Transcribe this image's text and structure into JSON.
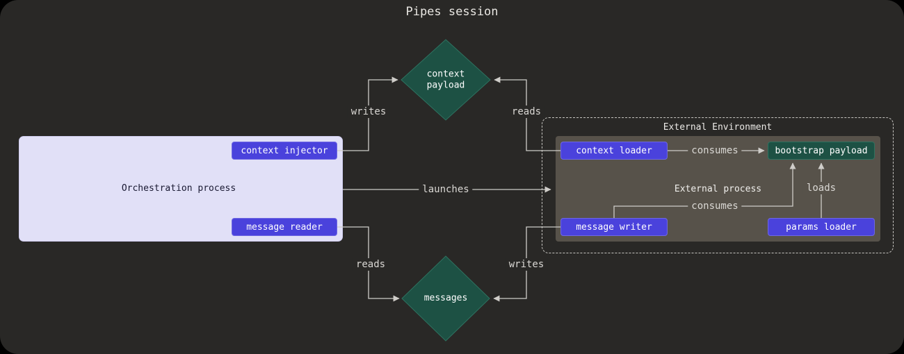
{
  "title": "Pipes session",
  "colors": {
    "background": "#292826",
    "accent_purple": "#4a42dc",
    "teal": "#1d5144",
    "panel_lavender": "#e1e0f7",
    "panel_gray": "#57524a",
    "line": "#cfcdc9"
  },
  "orchestration": {
    "label": "Orchestration process",
    "context_injector": "context injector",
    "message_reader": "message reader"
  },
  "external": {
    "label": "External Environment",
    "process_label": "External process",
    "context_loader": "context loader",
    "bootstrap_payload": "bootstrap payload",
    "message_writer": "message writer",
    "params_loader": "params loader"
  },
  "stores": {
    "context_payload": "context payload",
    "messages": "messages"
  },
  "edges": {
    "writes_top": "writes",
    "reads_top": "reads",
    "launches": "launches",
    "consumes_top": "consumes",
    "consumes_bottom": "consumes",
    "loads": "loads",
    "reads_bottom": "reads",
    "writes_bottom": "writes"
  }
}
